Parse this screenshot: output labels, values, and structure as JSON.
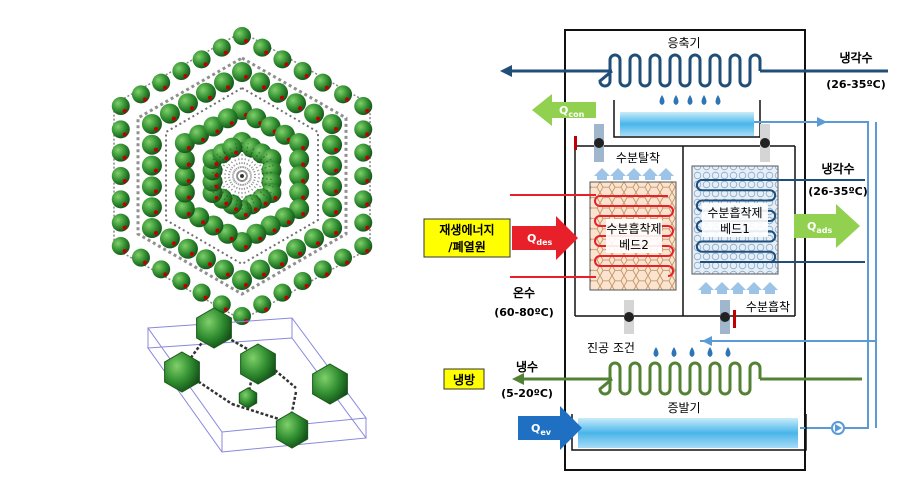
{
  "labels": {
    "condenser": "응축기",
    "cooling_water_top": "냉각수",
    "cooling_water_top_temp": "(26-35ºC)",
    "q_con_main": "Q",
    "q_con_sub": "con",
    "desorption": "수분탈착",
    "cooling_water_mid": "냉각수",
    "cooling_water_mid_temp": "(26-35ºC)",
    "bed2_line1": "수분흡착제",
    "bed2_line2": "베드2",
    "bed1_line1": "수분흡착제",
    "bed1_line2": "베드1",
    "source_line1": "재생에너지",
    "source_line2": "/폐열원",
    "q_des_main": "Q",
    "q_des_sub": "des",
    "q_ads_main": "Q",
    "q_ads_sub": "ads",
    "hot_water": "온수",
    "hot_water_temp": "(60-80ºC)",
    "adsorption": "수분흡착",
    "vacuum": "진공 조건",
    "chilled_water": "냉수",
    "chilled_water_temp": "(5-20ºC)",
    "cooling_output": "냉방",
    "evaporator": "증발기",
    "q_ev_main": "Q",
    "q_ev_sub": "ev"
  },
  "colors": {
    "navy": "#1f4e79",
    "sky": "#5b9bd5",
    "green": "#548235",
    "red": "#e8202a",
    "yellow": "#ffff00",
    "mof_green": "#2e8b2e"
  }
}
